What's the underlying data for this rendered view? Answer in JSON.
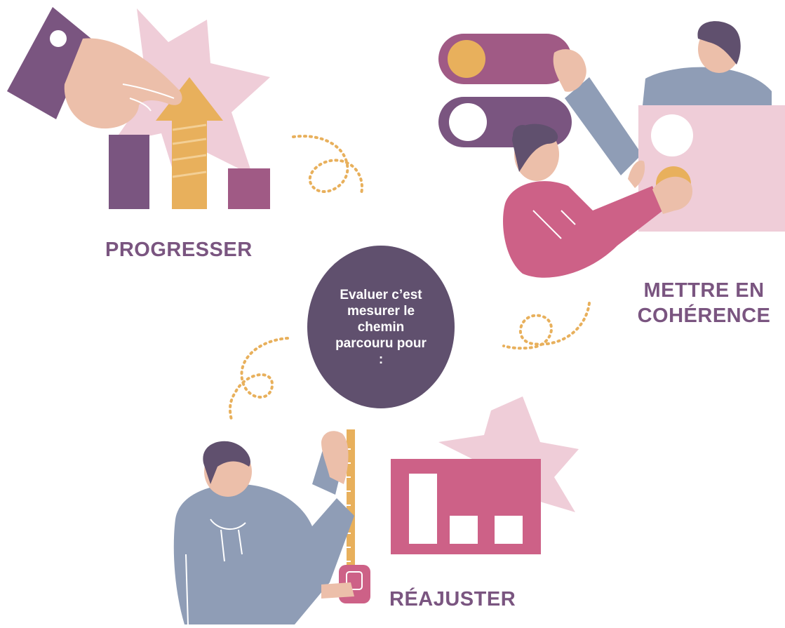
{
  "center": {
    "text": "Evaluer c’est mesurer le chemin parcouru pour :"
  },
  "labels": {
    "progresser": "PROGRESSER",
    "mettre_line1": "METTRE EN",
    "mettre_line2": "COHÉRENCE",
    "reajuster": "RÉAJUSTER"
  },
  "colors": {
    "plum": "#7a5580",
    "dark_plum": "#60506e",
    "mustard": "#e8b05c",
    "pink": "#cd6187",
    "light_pink": "#efcdd8",
    "blue_grey": "#8f9db6",
    "skin": "#ecbfaa"
  },
  "icons": [
    "pointing-hand-icon",
    "growth-chart-icon",
    "toggle-switch-icon",
    "measuring-tape-icon",
    "bar-chart-card-icon",
    "dotted-loop-icon"
  ]
}
